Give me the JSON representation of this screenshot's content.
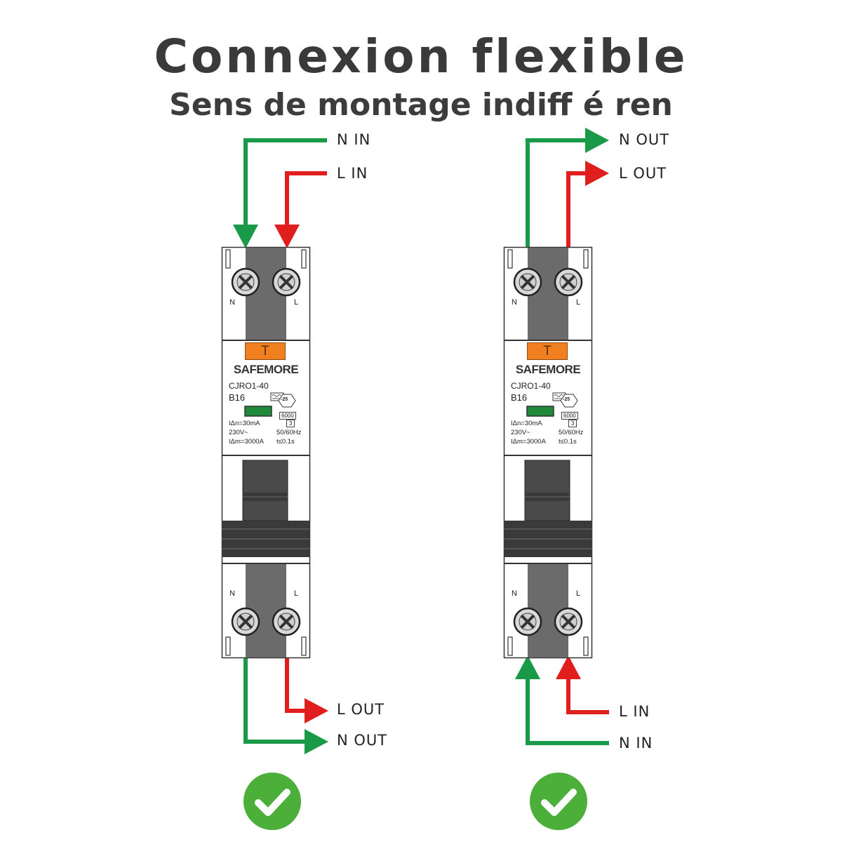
{
  "header": {
    "title": "Connexion flexible",
    "subtitle": "Sens de montage indiff é ren"
  },
  "colors": {
    "neutral_wire": "#1a9a48",
    "live_wire": "#e01e1e",
    "check_badge": "#4caf3a",
    "test_button": "#f0801f",
    "indicator": "#1f8a3a"
  },
  "device": {
    "brand": "SAFEMORE",
    "model": "CJRO1-40",
    "rating": "B16",
    "test_button_label": "T",
    "terminal_n": "N",
    "terminal_l": "L",
    "category_6000": "6000",
    "category_3": "3",
    "temp_badge": "-25",
    "specs": {
      "residual_current": "IΔn=30mA",
      "voltage": "230V~",
      "rated_break": "IΔm=3000A",
      "frequency": "50/60Hz",
      "trip_time": "t≤0.1s"
    }
  },
  "left_diagram": {
    "top_n": "N IN",
    "top_l": "L IN",
    "bottom_l": "L OUT",
    "bottom_n": "N OUT",
    "status_icon": "check-icon"
  },
  "right_diagram": {
    "top_n": "N OUT",
    "top_l": "L OUT",
    "bottom_l": "L IN",
    "bottom_n": "N IN",
    "status_icon": "check-icon"
  }
}
